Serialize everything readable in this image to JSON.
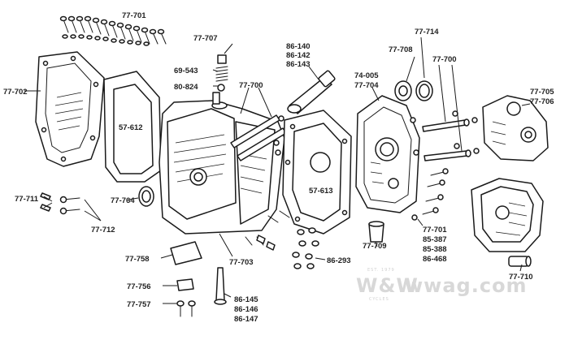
{
  "labels": {
    "p77701_top": "77-701",
    "p77707": "77-707",
    "p86140": "86-140",
    "p86142": "86-142",
    "p86143": "86-143",
    "p77714": "77-714",
    "p77708": "77-708",
    "p77700_right": "77-700",
    "p77702": "77-702",
    "p69543": "69-543",
    "p80824": "80-824",
    "p77700_mid": "77-700",
    "p74005": "74-005",
    "p77704": "77-704",
    "p77705": "77-705",
    "p77706": "77-706",
    "p57612": "57-612",
    "p57613": "57-613",
    "p77711": "77-711",
    "p77712": "77-712",
    "p77764": "77-764",
    "p77709": "77-709",
    "p77701_bottom": "77-701",
    "p85387": "85-387",
    "p85388": "85-388",
    "p86468": "86-468",
    "p77758": "77-758",
    "p77703": "77-703",
    "p86293": "86-293",
    "p77710": "77-710",
    "p77756": "77-756",
    "p77757": "77-757",
    "p86145": "86-145",
    "p86146": "86-146",
    "p86147": "86-147"
  },
  "watermark": {
    "brand": "W&W",
    "site": "wwag.com",
    "since": "EST. 1979",
    "tagline": "CYCLES"
  },
  "colors": {
    "ink": "#1a1a1a",
    "label": "#222222",
    "watermark": "#d8d8d8",
    "background": "#ffffff"
  }
}
